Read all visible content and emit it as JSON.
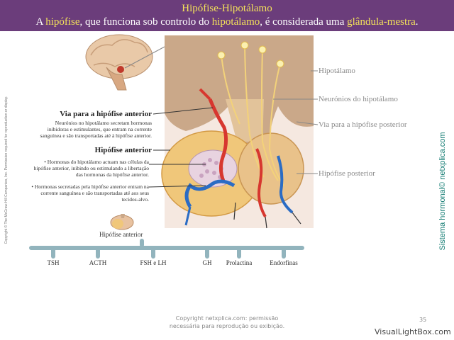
{
  "banner": {
    "title": "Hipófise-Hipotálamo",
    "line2_a": "A ",
    "line2_hl1": "hipófise",
    "line2_b": ", que funciona sob controlo do ",
    "line2_hl2": "hipotálamo",
    "line2_c": ", é considerada uma ",
    "line2_hl3": "glândula-mestra",
    "line2_d": ".",
    "accent": "#f3e25a",
    "background": "#6b3d7b"
  },
  "labels_right": {
    "hipotalamo": "Hipotálamo",
    "neuronios": "Neurónios do hipotálamo",
    "via_posterior": "Via para a hipófise posterior",
    "hipofise_posterior": "Hipófise posterior"
  },
  "labels_left": {
    "via_anterior_title": "Via para a hipófise anterior",
    "via_anterior_body": "Neurónios no hipotálamo secretam hormonas inibidoras e estimulantes, que entram na corrente sanguínea e são transportadas até à hipófise anterior.",
    "hipofise_anterior_title": "Hipófise anterior",
    "bullet1": "• Hormonas do hipotálamo actuam nas células da hipófise anterior, inibindo ou estimulando a libertação das hormonas da hipófise anterior.",
    "bullet2": "• Hormonas secretadas pela hipófise anterior entram na corrente sanguínea e são transportadas até aos seus tecidos-alvo."
  },
  "tree": {
    "root": "Hipófise anterior",
    "branches": [
      "TSH",
      "ACTH",
      "FSH e LH",
      "GH",
      "Prolactina",
      "Endorfinas"
    ]
  },
  "side_right": "Sistema hormonal© netxplica.com",
  "side_left": "Copyright © The McGraw-Hill Companies, Inc. Permission required for reproduction or display.",
  "footer": {
    "line1": "Copyright netxplica.com: permissão",
    "line2": "necessária para reprodução ou exibição.",
    "page": "35",
    "watermark": "VisualLightBox.com"
  }
}
